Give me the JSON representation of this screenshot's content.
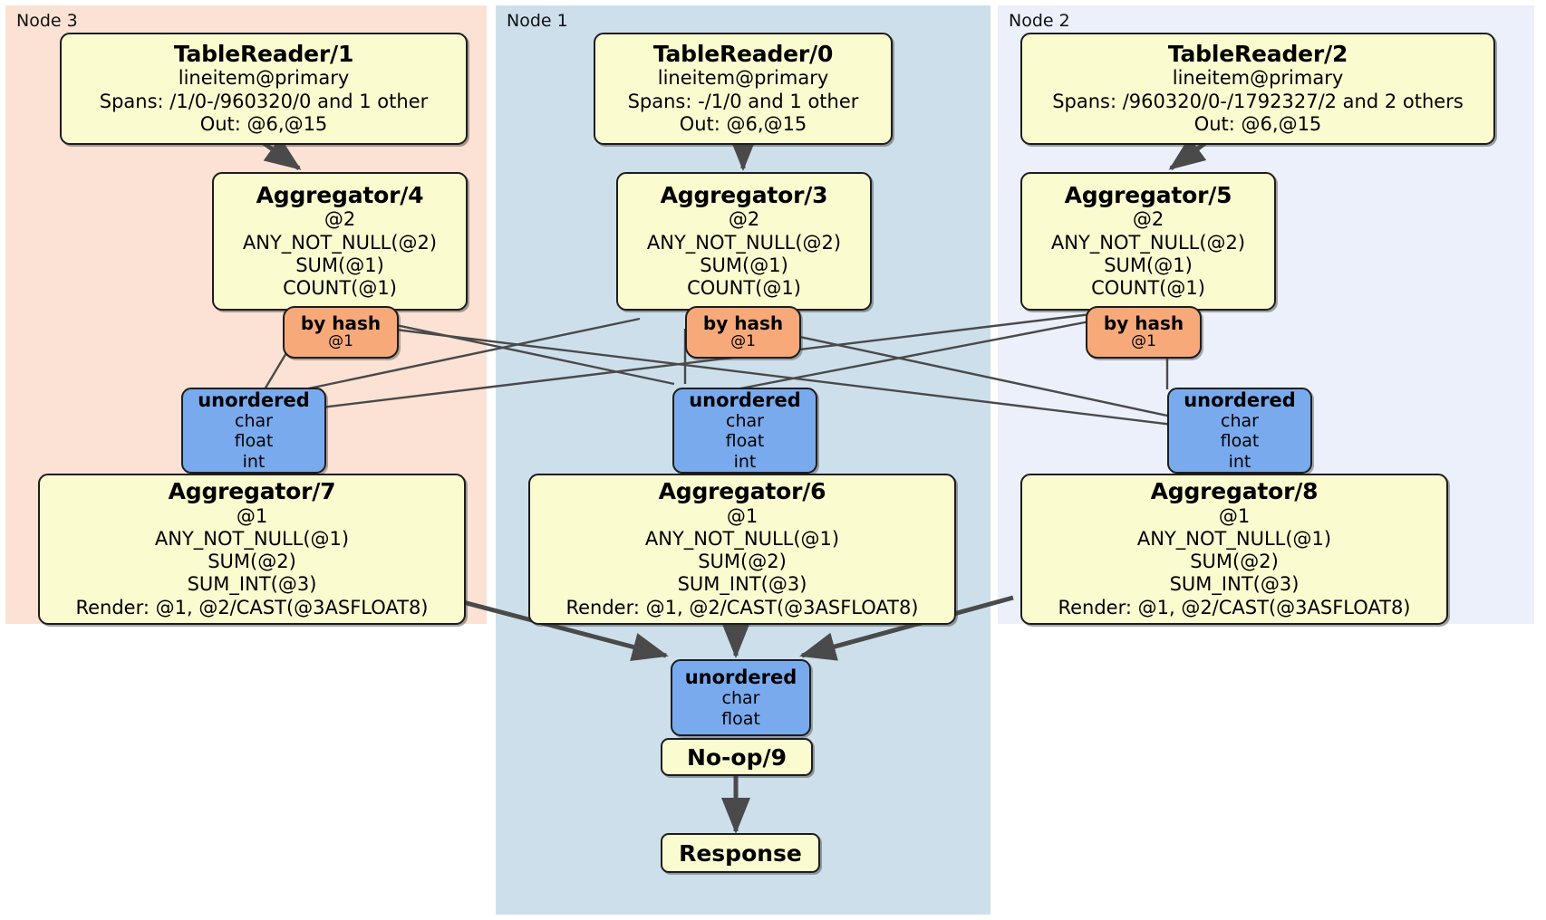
{
  "diagram": {
    "type": "distributed-query-plan",
    "panels": [
      {
        "id": "node3",
        "label": "Node 3",
        "color": "#fbe2d5"
      },
      {
        "id": "node1",
        "label": "Node 1",
        "color": "#cedfec"
      },
      {
        "id": "node2",
        "label": "Node 2",
        "color": "#ebf0fa"
      }
    ],
    "colors": {
      "processor_fill": "#fbfbd0",
      "router_fill": "#f7a97a",
      "receiver_fill": "#7aaaee",
      "border": "#1d1d1d",
      "edge": "#4a4a4a"
    }
  },
  "readers": {
    "node3": {
      "title": "TableReader/1",
      "table": "lineitem@primary",
      "spans": "Spans: /1/0-/960320/0 and 1 other",
      "out": "Out: @6,@15"
    },
    "node1": {
      "title": "TableReader/0",
      "table": "lineitem@primary",
      "spans": "Spans: -/1/0 and 1 other",
      "out": "Out: @6,@15"
    },
    "node2": {
      "title": "TableReader/2",
      "table": "lineitem@primary",
      "spans": "Spans: /960320/0-/1792327/2 and 2 others",
      "out": "Out: @6,@15"
    }
  },
  "stage1_aggregators": {
    "node3": {
      "title": "Aggregator/4",
      "group": "@2",
      "agg1": "ANY_NOT_NULL(@2)",
      "agg2": "SUM(@1)",
      "agg3": "COUNT(@1)"
    },
    "node1": {
      "title": "Aggregator/3",
      "group": "@2",
      "agg1": "ANY_NOT_NULL(@2)",
      "agg2": "SUM(@1)",
      "agg3": "COUNT(@1)"
    },
    "node2": {
      "title": "Aggregator/5",
      "group": "@2",
      "agg1": "ANY_NOT_NULL(@2)",
      "agg2": "SUM(@1)",
      "agg3": "COUNT(@1)"
    }
  },
  "routers": {
    "node3": {
      "title": "by hash",
      "column": "@1"
    },
    "node1": {
      "title": "by hash",
      "column": "@1"
    },
    "node2": {
      "title": "by hash",
      "column": "@1"
    }
  },
  "receivers": {
    "node3": {
      "title": "unordered",
      "t1": "char",
      "t2": "float",
      "t3": "int"
    },
    "node1": {
      "title": "unordered",
      "t1": "char",
      "t2": "float",
      "t3": "int"
    },
    "node2": {
      "title": "unordered",
      "t1": "char",
      "t2": "float",
      "t3": "int"
    },
    "final": {
      "title": "unordered",
      "t1": "char",
      "t2": "float"
    }
  },
  "stage2_aggregators": {
    "node3": {
      "title": "Aggregator/7",
      "group": "@1",
      "agg1": "ANY_NOT_NULL(@1)",
      "agg2": "SUM(@2)",
      "agg3": "SUM_INT(@3)",
      "render": "Render: @1, @2/CAST(@3ASFLOAT8)"
    },
    "node1": {
      "title": "Aggregator/6",
      "group": "@1",
      "agg1": "ANY_NOT_NULL(@1)",
      "agg2": "SUM(@2)",
      "agg3": "SUM_INT(@3)",
      "render": "Render: @1, @2/CAST(@3ASFLOAT8)"
    },
    "node2": {
      "title": "Aggregator/8",
      "group": "@1",
      "agg1": "ANY_NOT_NULL(@1)",
      "agg2": "SUM(@2)",
      "agg3": "SUM_INT(@3)",
      "render": "Render: @1, @2/CAST(@3ASFLOAT8)"
    }
  },
  "sink": {
    "noop": {
      "title": "No-op/9"
    },
    "response": {
      "title": "Response"
    }
  }
}
